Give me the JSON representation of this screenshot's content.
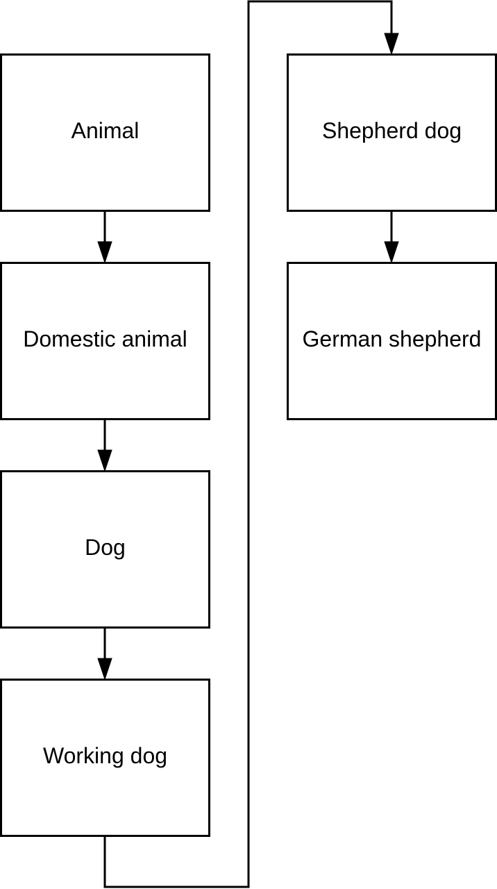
{
  "nodes": [
    {
      "id": "animal",
      "label": "Animal"
    },
    {
      "id": "domestic-animal",
      "label": "Domestic animal"
    },
    {
      "id": "dog",
      "label": "Dog"
    },
    {
      "id": "working-dog",
      "label": "Working dog"
    },
    {
      "id": "shepherd-dog",
      "label": "Shepherd dog"
    },
    {
      "id": "german-shepherd",
      "label": "German shepherd"
    }
  ],
  "edges": [
    {
      "from": "animal",
      "to": "domestic-animal"
    },
    {
      "from": "domestic-animal",
      "to": "dog"
    },
    {
      "from": "dog",
      "to": "working-dog"
    },
    {
      "from": "working-dog",
      "to": "shepherd-dog"
    },
    {
      "from": "shepherd-dog",
      "to": "german-shepherd"
    }
  ],
  "colors": {
    "stroke": "#000000",
    "fill": "#ffffff",
    "text": "#000000"
  }
}
